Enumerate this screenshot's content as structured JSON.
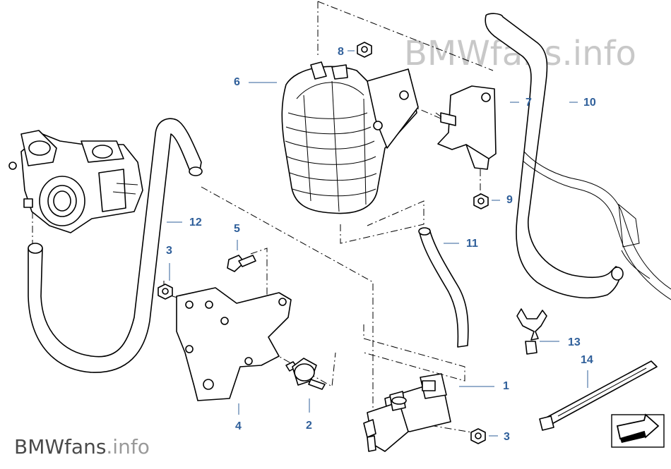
{
  "watermark_top": {
    "brand": "BMWfans",
    "tld": ".info"
  },
  "watermark_bottom": {
    "brand": "BMWfans",
    "tld": ".info"
  },
  "colors": {
    "callout": "#2f5f9a",
    "watermark": "#c8c8c8",
    "watermark_bottom": "#4a4a4a",
    "line": "#000000"
  },
  "callouts": [
    {
      "id": "c1",
      "text": "1"
    },
    {
      "id": "c2",
      "text": "2"
    },
    {
      "id": "c3a",
      "text": "3"
    },
    {
      "id": "c3b",
      "text": "3"
    },
    {
      "id": "c4",
      "text": "4"
    },
    {
      "id": "c5",
      "text": "5"
    },
    {
      "id": "c6",
      "text": "6"
    },
    {
      "id": "c7",
      "text": "7"
    },
    {
      "id": "c8",
      "text": "8"
    },
    {
      "id": "c9",
      "text": "9"
    },
    {
      "id": "c10",
      "text": "10"
    },
    {
      "id": "c11",
      "text": "11"
    },
    {
      "id": "c12",
      "text": "12"
    },
    {
      "id": "c13",
      "text": "13"
    },
    {
      "id": "c14",
      "text": "14"
    }
  ],
  "icons": [
    "orientation-arrow-icon"
  ]
}
